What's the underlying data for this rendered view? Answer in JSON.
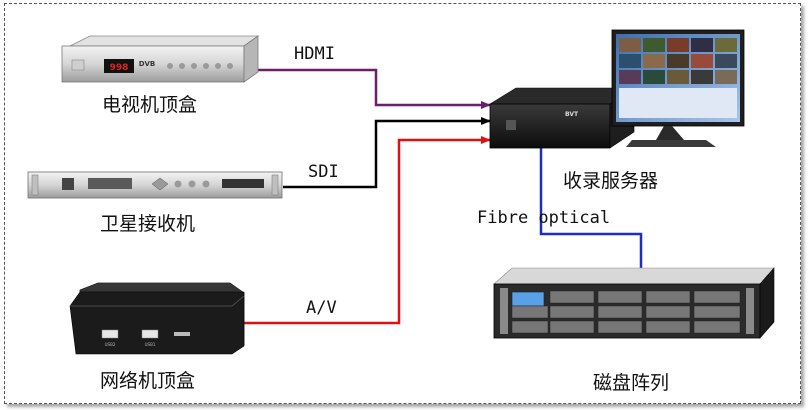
{
  "devices": {
    "stb_tv": {
      "label": "电视机顶盒",
      "display": "998",
      "badge": "DVB"
    },
    "sat_receiver": {
      "label": "卫星接收机"
    },
    "stb_net": {
      "label": "网络机顶盒",
      "port1": "USB1",
      "port2": "USB2"
    },
    "server": {
      "label": "收录服务器",
      "brand": "BVT"
    },
    "disk_array": {
      "label": "磁盘阵列"
    }
  },
  "connections": {
    "hdmi": {
      "label": "HDMI",
      "color": "#6b1f6b"
    },
    "sdi": {
      "label": "SDI",
      "color": "#000000"
    },
    "av": {
      "label": "A/V",
      "color": "#e01010"
    },
    "fibre": {
      "label": "Fibre optical",
      "color": "#1a2fbf"
    }
  }
}
